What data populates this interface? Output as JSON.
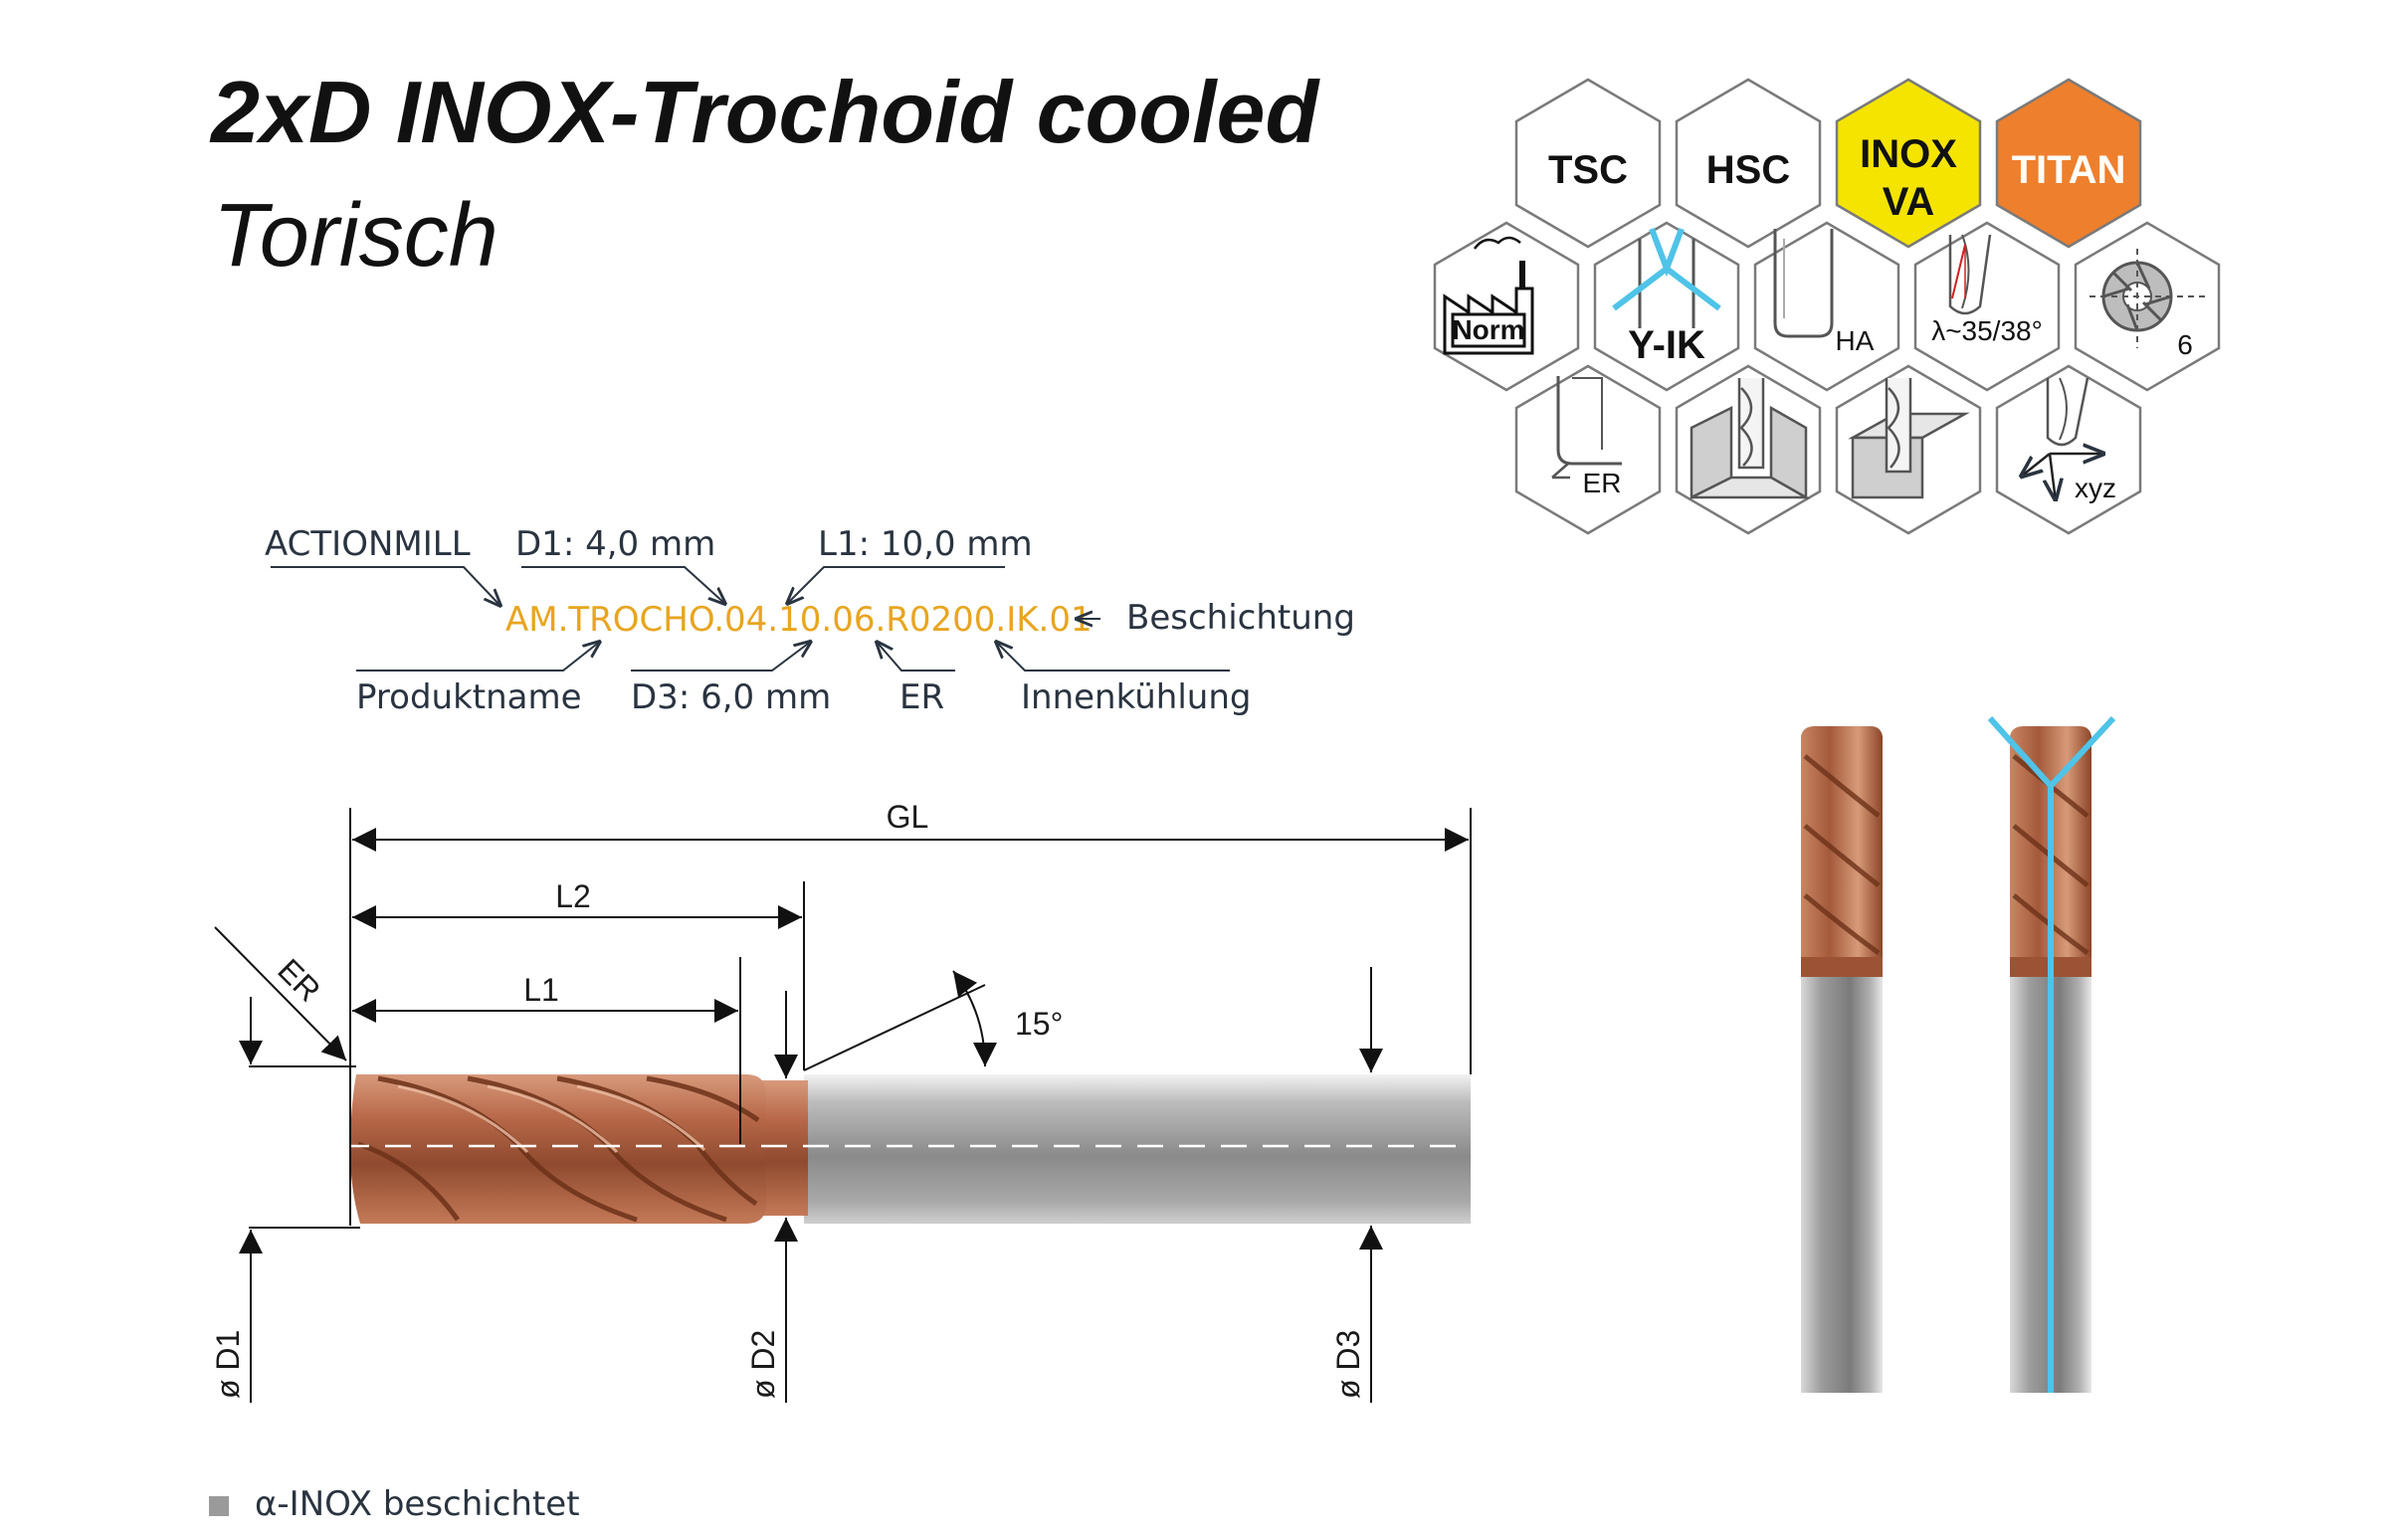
{
  "header": {
    "title": "2xD INOX-Trochoid cooled",
    "subtitle": "Torisch"
  },
  "hex_badges": {
    "tsc": "TSC",
    "hsc": "HSC",
    "inox_line1": "INOX",
    "inox_line2": "VA",
    "titan": "TITAN",
    "norm": "Norm",
    "yik": "Y-IK",
    "ha": "HA",
    "helix": "λ~35/38°",
    "flutes": "6",
    "er": "ER",
    "xyz": "xyz",
    "colors": {
      "inox": "#f5e400",
      "titan": "#ee7f2d",
      "outline": "#7a7a7a",
      "cooling": "#4fc3e8"
    }
  },
  "code_legend": {
    "code": "AM.TROCHO.04.10.06.R0200.IK.01",
    "actionmill": "ACTIONMILL",
    "d1": "D1: 4,0 mm",
    "l1": "L1: 10,0 mm",
    "beschichtung": "Beschichtung",
    "produktname": "Produktname",
    "d3": "D3: 6,0 mm",
    "er": "ER",
    "innenkuehlung": "Innenkühlung",
    "code_color": "#e8a520"
  },
  "dimensions": {
    "gl": "GL",
    "l2": "L2",
    "l1": "L1",
    "er": "ER",
    "angle": "15°",
    "d1": "ø D1",
    "d2": "ø D2",
    "d3": "ø D3"
  },
  "footnote": {
    "text": "α-INOX beschichtet"
  }
}
